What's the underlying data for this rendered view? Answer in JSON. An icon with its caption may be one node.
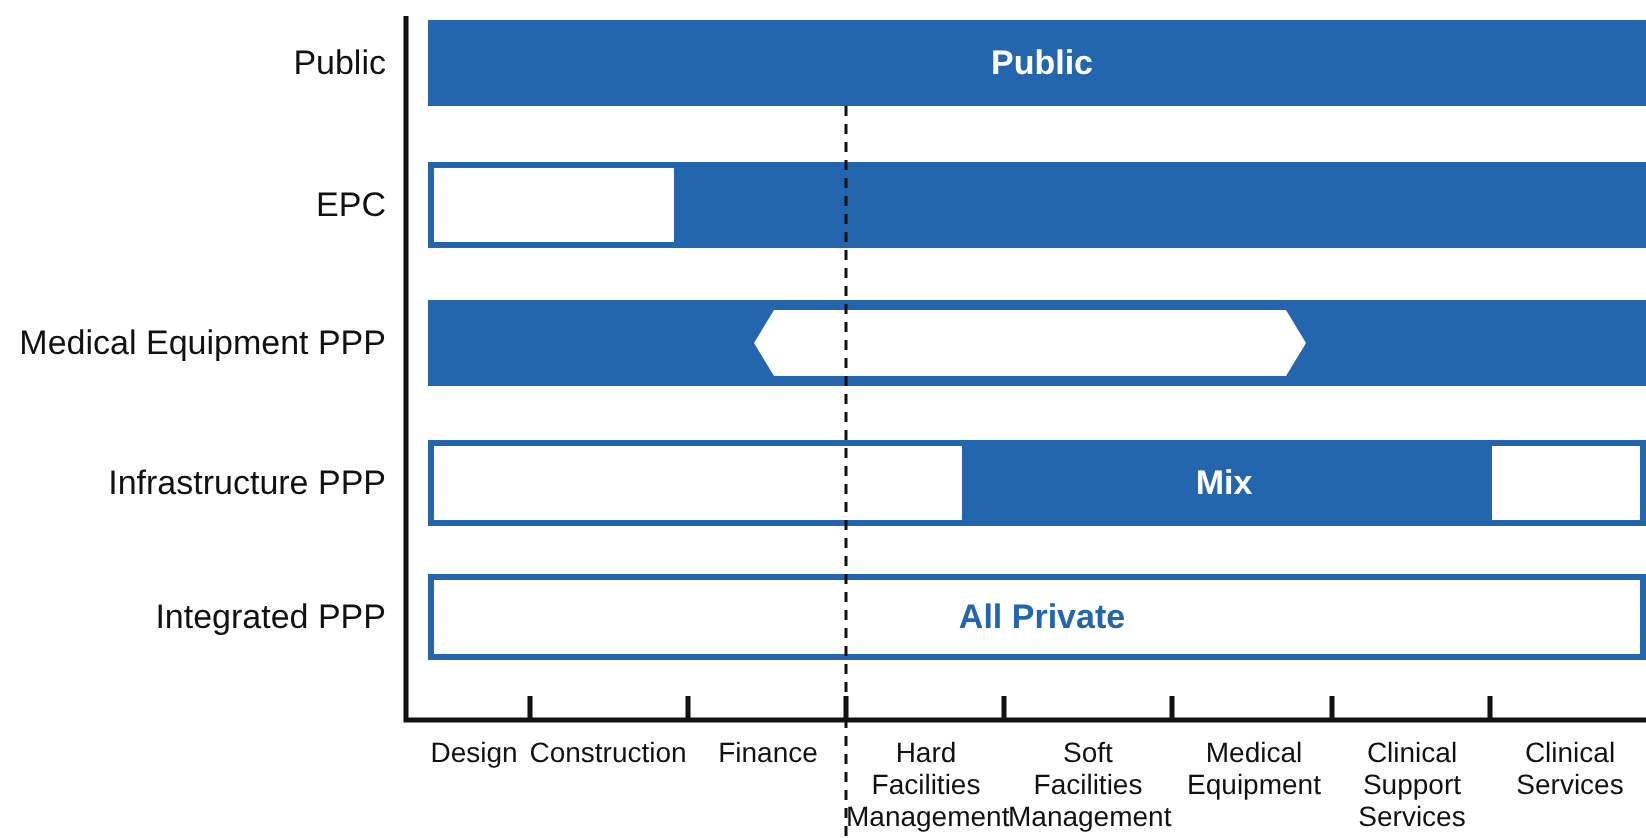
{
  "diagram": {
    "nodes": [
      {
        "text": [
          "Public",
          "Public"
        ]
      },
      {
        "text": [
          "EPC"
        ]
      },
      {
        "text": [
          "Medical Equipment PPP"
        ]
      },
      {
        "text": [
          "Infrastructure PPP",
          "Mix"
        ]
      },
      {
        "text": [
          "Integrated PPP",
          "All Private"
        ]
      }
    ],
    "edges": [],
    "labels": [
      "Design",
      "Construction",
      "Finance",
      "Hard Facilities Management",
      "Soft Facilities Management",
      "Medical Equipment",
      "Clinical Support Services",
      "Clinical Services"
    ]
  }
}
